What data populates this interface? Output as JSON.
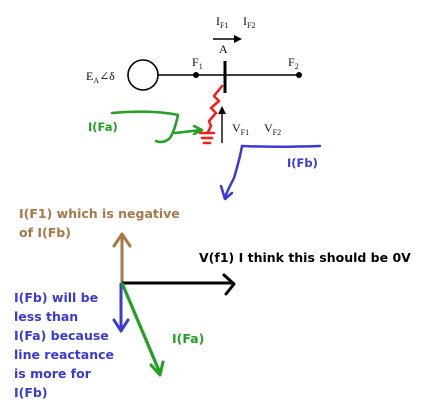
{
  "circuit": {
    "source_label": {
      "main": "E",
      "sub": "A",
      "angle": "∠δ"
    },
    "bus_a": "A",
    "fault1": {
      "main": "F",
      "sub": "1"
    },
    "fault2": {
      "main": "F",
      "sub": "2"
    },
    "current1": {
      "main": "I",
      "sub": "F1"
    },
    "current2": {
      "main": "I",
      "sub": "F2"
    },
    "voltage1": {
      "main": "V",
      "sub": "F1"
    },
    "voltage2": {
      "main": "V",
      "sub": "F2"
    }
  },
  "annotations": {
    "ifa_green_top": "I(Fa)",
    "ifb_blue_top": "I(Fb)",
    "if1_note_line1": "I(F1) which is negative",
    "if1_note_line2": "of I(Fb)",
    "vf1_note": "V(f1) I think this should be 0V",
    "ifb_note_lines": [
      "I(Fb) will be",
      "less than",
      "I(Fa) because",
      "line reactance",
      "is more for",
      "I(Fb)"
    ],
    "ifa_green_bottom": "I(Fa)"
  },
  "colors": {
    "black": "#000000",
    "red": "#ff1a1a",
    "green": "#22a022",
    "blue": "#3a3ad6",
    "brown": "#a87848",
    "ink": "#111111"
  }
}
